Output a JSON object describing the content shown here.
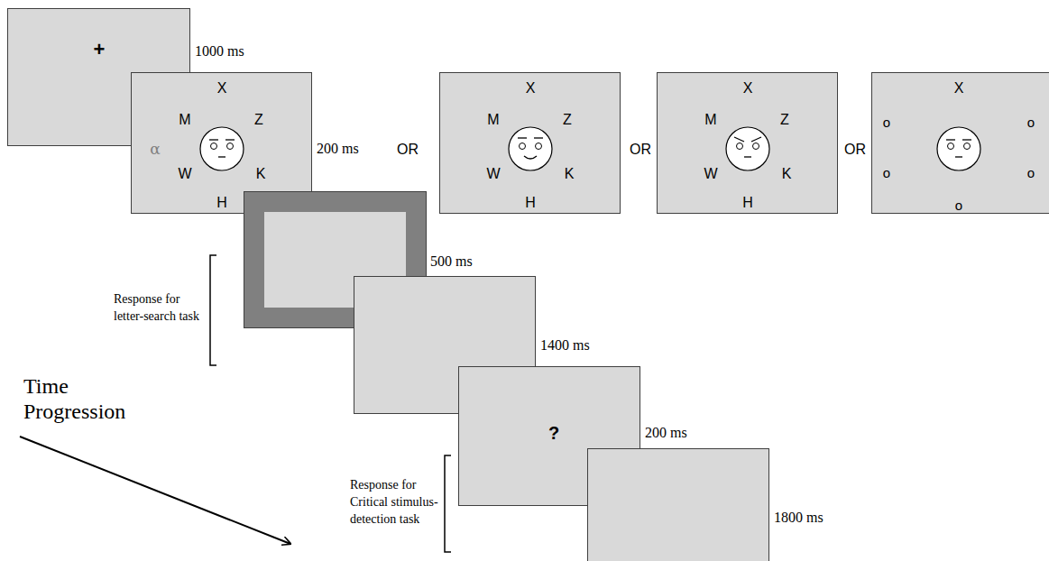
{
  "diagram": {
    "nodes": [
      {
        "text": [
          "+",
          "1000 ms"
        ]
      },
      {
        "text": [
          "X",
          "M",
          "Z",
          "α",
          "W",
          "K",
          "H",
          "200 ms"
        ]
      },
      {
        "text": [
          "X",
          "M",
          "Z",
          "W",
          "K",
          "H"
        ]
      },
      {
        "text": [
          "X",
          "M",
          "Z",
          "W",
          "K",
          "H"
        ]
      },
      {
        "text": [
          "X",
          "o",
          "o",
          "o",
          "o",
          "o"
        ]
      },
      {
        "text": [
          "500 ms"
        ]
      },
      {
        "text": [
          "1400 ms"
        ]
      },
      {
        "text": [
          "?",
          "200 ms"
        ]
      },
      {
        "text": [
          "1800 ms"
        ]
      }
    ],
    "labels": [
      "OR",
      "OR",
      "OR",
      "Response for letter-search task",
      "Response for Critical stimulus-detection task",
      "Time Progression"
    ]
  }
}
